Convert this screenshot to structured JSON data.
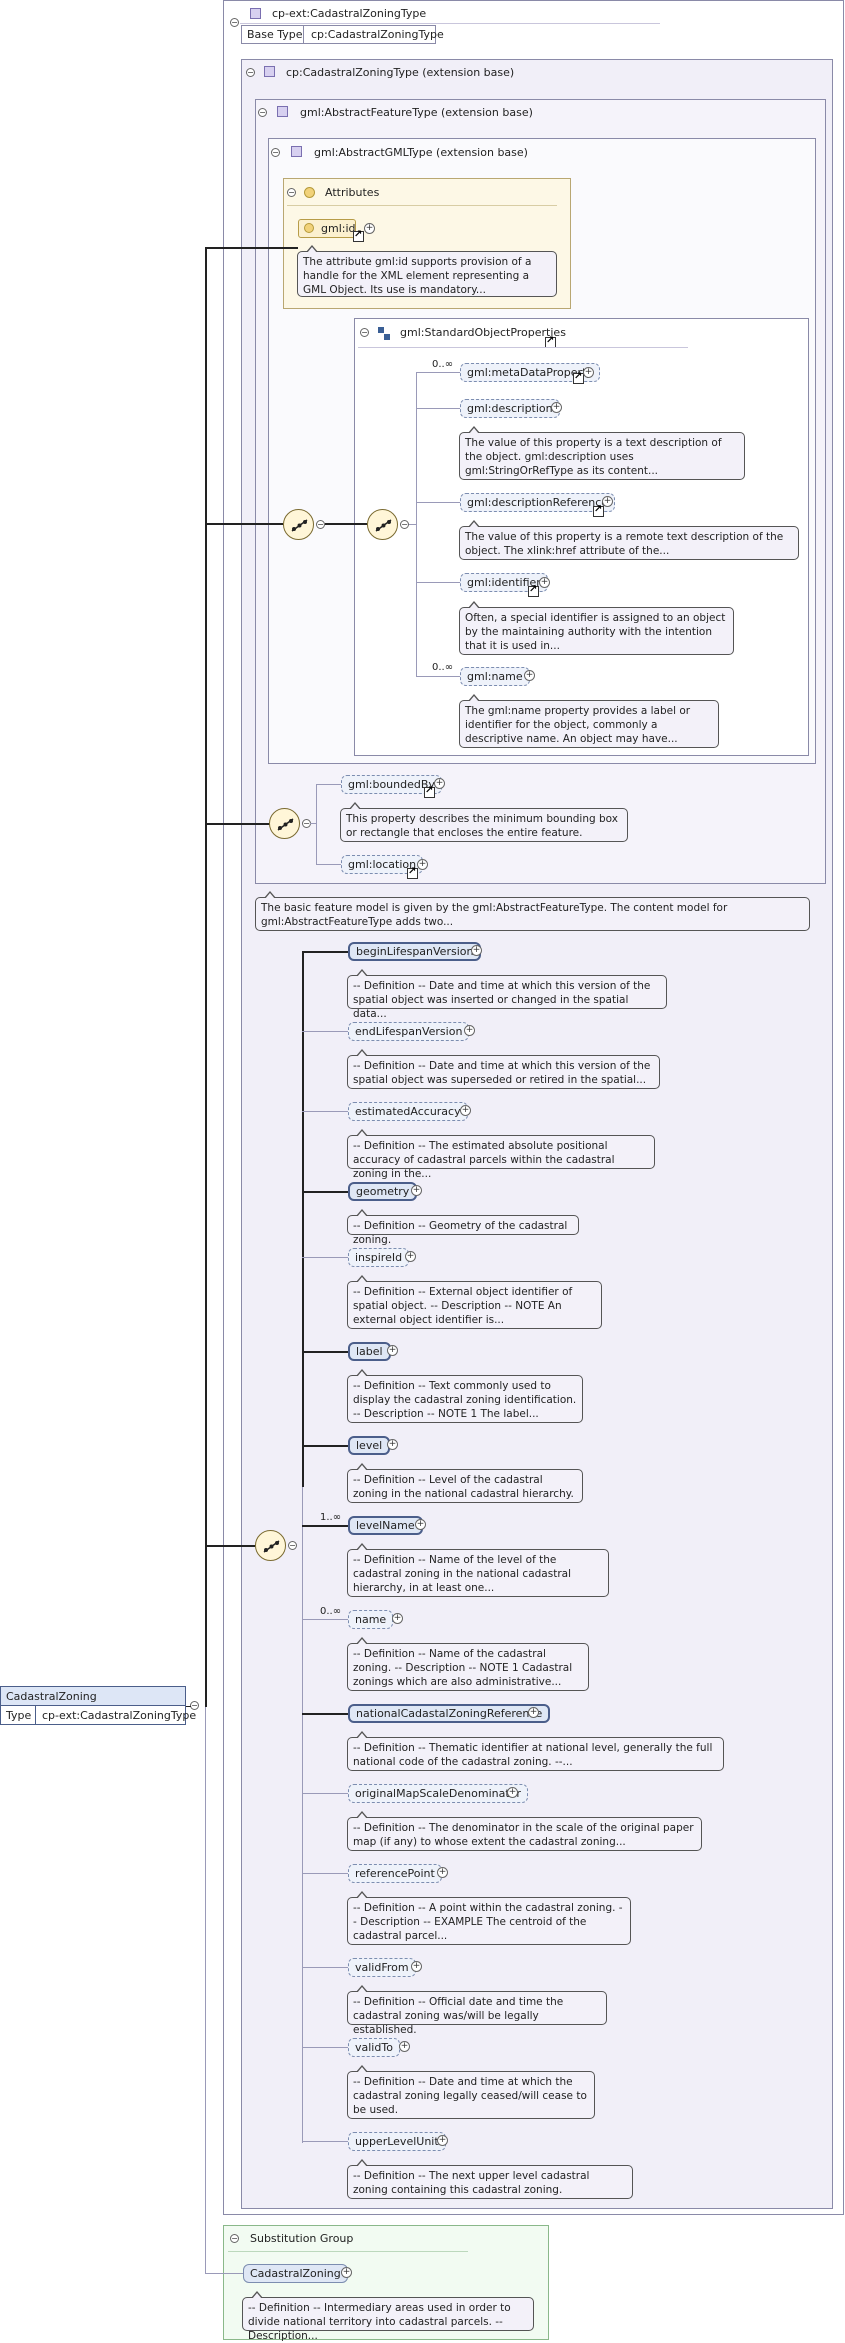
{
  "type_header": {
    "name": "cp-ext:CadastralZoningType",
    "base_type_label": "Base Type",
    "base_type_value": "cp:CadastralZoningType"
  },
  "ext_cp": {
    "label": "cp:CadastralZoningType (extension base)"
  },
  "ext_feature": {
    "label": "gml:AbstractFeatureType (extension base)"
  },
  "ext_gml": {
    "label": "gml:AbstractGMLType (extension base)"
  },
  "attributes": {
    "title": "Attributes",
    "id_label": "gml:id",
    "id_note": "The attribute gml:id supports provision of a handle for the XML element representing a GML Object. Its use is mandatory..."
  },
  "std_props": {
    "title": "gml:StandardObjectProperties",
    "metaDataProperty": {
      "label": "gml:metaDataProperty",
      "occurs": "0..∞"
    },
    "description": {
      "label": "gml:description",
      "note": "The value of this property is a text description of the object. gml:description uses gml:StringOrRefType as its content..."
    },
    "descriptionReference": {
      "label": "gml:descriptionReference",
      "note": "The value of this property is a remote text description of the object. The xlink:href attribute of the..."
    },
    "identifier": {
      "label": "gml:identifier",
      "note": "Often, a special identifier is assigned to an object by the maintaining authority with the intention that it is used in..."
    },
    "name": {
      "label": "gml:name",
      "occurs": "0..∞",
      "note": "The gml:name property provides a label or identifier for the object, commonly a descriptive name. An object may have..."
    }
  },
  "bounded": {
    "boundedBy": {
      "label": "gml:boundedBy",
      "note": "This property describes the minimum bounding box or rectangle that encloses the entire feature."
    },
    "location": {
      "label": "gml:location"
    }
  },
  "feature_note": "The basic feature model is given by the gml:AbstractFeatureType. The content model for gml:AbstractFeatureType adds two...",
  "elements": [
    {
      "label": "beginLifespanVersion",
      "note": "-- Definition -- Date and time at which this version of the spatial object was inserted or changed in the spatial data..."
    },
    {
      "label": "endLifespanVersion",
      "note": "-- Definition -- Date and time at which this version of the spatial object was superseded or retired in the spatial..."
    },
    {
      "label": "estimatedAccuracy",
      "note": "-- Definition -- The estimated absolute positional accuracy of cadastral parcels within the cadastral zoning in the..."
    },
    {
      "label": "geometry",
      "note": "-- Definition -- Geometry of the cadastral zoning."
    },
    {
      "label": "inspireId",
      "note": "-- Definition -- External object identifier of spatial object. -- Description -- NOTE An external object identifier is..."
    },
    {
      "label": "label",
      "note": "-- Definition -- Text commonly used to display the cadastral zoning identification. -- Description -- NOTE 1 The label..."
    },
    {
      "label": "level",
      "note": "-- Definition -- Level of the cadastral zoning in the national cadastral hierarchy."
    },
    {
      "label": "levelName",
      "occurs": "1..∞",
      "note": "-- Definition -- Name of the level of the cadastral zoning in the national cadastral hierarchy, in at least one..."
    },
    {
      "label": "name",
      "occurs": "0..∞",
      "note": "-- Definition -- Name of the cadastral zoning. -- Description -- NOTE 1 Cadastral zonings which are also administrative..."
    },
    {
      "label": "nationalCadastalZoningReference",
      "note": "-- Definition -- Thematic identifier at national level, generally the full national code of the cadastral zoning. --..."
    },
    {
      "label": "originalMapScaleDenominator",
      "note": "-- Definition -- The denominator in the scale of the original paper map (if any) to whose extent the cadastral zoning..."
    },
    {
      "label": "referencePoint",
      "note": "-- Definition -- A point within the cadastral zoning. -- Description -- EXAMPLE The centroid of the cadastral parcel..."
    },
    {
      "label": "validFrom",
      "note": "-- Definition -- Official date and time the cadastral zoning was/will be legally established."
    },
    {
      "label": "validTo",
      "note": "-- Definition -- Date and time at which the cadastral zoning legally ceased/will cease to be used."
    },
    {
      "label": "upperLevelUnit",
      "note": "-- Definition -- The next upper level cadastral zoning containing this cadastral zoning."
    }
  ],
  "root": {
    "name": "CadastralZoning",
    "type_label": "Type",
    "type_value": "cp-ext:CadastralZoningType"
  },
  "substitution": {
    "title": "Substitution Group",
    "element": "CadastralZoning",
    "note": "-- Definition -- Intermediary areas used in order to divide national territory into cadastral parcels. -- Description..."
  }
}
